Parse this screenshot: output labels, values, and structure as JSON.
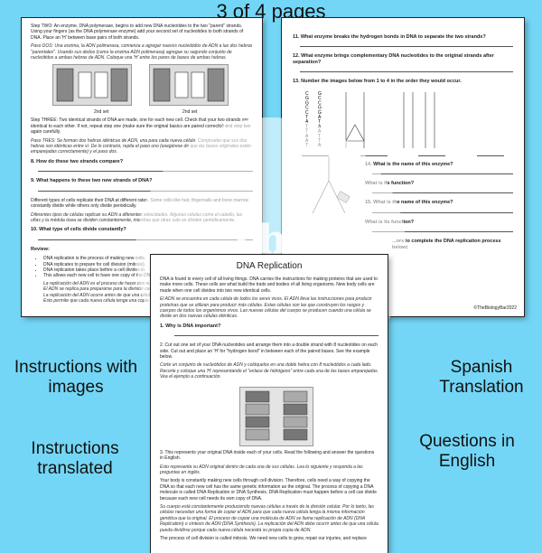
{
  "header": {
    "title": "3 of 4 pages"
  },
  "labels": {
    "instructions_images": "Instructions with images",
    "instructions_translated": "Instructions translated",
    "spanish_translation": "Spanish Translation",
    "questions_english": "Questions in English"
  },
  "left_page": {
    "step_two": "Step TWO: An enzyme, DNA polymerase, begins to add new DNA nucleotides to the two \"parent\" strands. Using your fingers (as the DNA polymerase enzyme) add your second set of nucleotides to both strands of DNA. Place an 'H' between base pairs of both strands.",
    "step_two_es": "Paso DOS: Una enzima, la ADN polimerasa, comienza a agregar nuevos nucleótidos de ADN a las dos hebras \"parentales\". Usando sus dedos (como la enzima ADN polimerasa) agregue su segundo conjunto de nucleótidos a ambas hebras de ADN. Coloque una 'H' entre los pares de bases de ambas hebras.",
    "set_label_1": "2nd set",
    "set_label_2": "2nd set",
    "step_three": "Step THREE: Two identical strands of DNA are made, one for each new cell. Check that your two strands are identical to each other. If not, repeat step one (make sure the original basics are paired correctly) and step two again carefully.",
    "step_three_es": "Paso TRES: Se forman dos hebras idénticas de ADN, una para cada nueva célula. Compruebe que sus dos hebras son idénticas entre sí. De lo contrario, repita el paso uno (asegúrese de que las bases originales estén emparejadas correctamente) y el paso dos.",
    "q8": "8.   How do these two strands compare?",
    "q9": "9.   What happens to these two new strands of DNA?",
    "para_cells": "Different types of cells replicate their DNA at different rates. Some cells like hair, fingernails and bone marrow constantly divide while others only divide periodically.",
    "para_cells_es": "Diferentes tipos de células replican su ADN a diferentes velocidades. Algunas células como el cabello, las uñas y la médula ósea se dividen constantemente, mientras que otras solo se dividen periódicamente.",
    "q10": "10.  What type of cells divide constantly?",
    "review": "Review:",
    "review_items": [
      "DNA replication is the process of making new cells.",
      "DNA replicates to prepare for cell division (mitosis).",
      "DNA replication takes place before a cell divides in",
      "This allows each new cell to have one copy of the DNA."
    ],
    "review_es": [
      "La replicación del ADN es el proceso de hacer dos nuevas hebras",
      "El ADN se replica para prepararse para la división celular (mitosis)",
      "La replicación del ADN ocurre antes de que una célula se divida",
      "Esto permite que cada nueva célula tenga una copia del ADN"
    ]
  },
  "right_page": {
    "q11": "11.  What enzyme breaks the hydrogen bonds in DNA to separate the two strands?",
    "q12": "12.  What enzyme brings complementary DNA nucleotides to the original strands after separation?",
    "q13": "13.  Number the images below from 1 to 4 in the order they would occur.",
    "seq_a": [
      "C",
      "G",
      "G",
      "C",
      "C",
      "T",
      "A",
      "T",
      "T",
      "A",
      "A",
      "T"
    ],
    "seq_b": [
      "G",
      "C",
      "C",
      "G",
      "G",
      "A",
      "T",
      "A",
      "A",
      "T",
      "T",
      "A"
    ],
    "q14": "14.  What is the name of this enzyme?",
    "q14_fn": "What is its function?",
    "q15": "15.  What is the name of this enzyme?",
    "q15_fn": "What is its function?",
    "complete": "...ors to complete the DNA replication process below:",
    "copyright": "©TheBiologyBar2022"
  },
  "front_page": {
    "title": "DNA Replication",
    "intro": "DNA is found in every cell of all living things. DNA carries the instructions for making proteins that are used to make more cells. These cells are what build the traits and bodies of all living organisms. New body cells are made when one cell divides into two new identical cells.",
    "intro_es": "El ADN se encuentra en cada célula de todos los seres vivos. El ADN lleva las instrucciones para producir proteínas que se utilizan para producir más células. Estas células son las que construyen los rasgos y cuerpos de todos los organismos vivos. Las nuevas células del cuerpo se producen cuando una célula se divide en dos nuevas células idénticas.",
    "q1": "1.   Why is DNA important?",
    "step2": "2.   Cut out one set of your DNA nucleotides and arrange them into a double strand with 8 nucleotides on each side. Cut out and place an 'H' for \"hydrogen bond\" in between each of the paired bases. See the example below.",
    "step2_es": "Corte un conjunto de nucleótidos de ADN y colóquelos en una doble hebra con 8 nucleótidos a cada lado. Recorte y coloque una 'H' representando el \"enlace de hidrógeno\" entre cada una de las bases emparejadas. Vea el ejemplo a continuación.",
    "step3": "3.   This represents your original DNA inside each of your cells. Read the following and answer the questions in English.",
    "step3_es": "Esto representa su ADN original dentro de cada una de sus células. Lea lo siguiente y responda a las preguntas en inglés.",
    "body1": "Your body is constantly making new cells through cell division. Therefore, cells need a way of copying the DNA so that each new cell has the same genetic information as the original. The process of copying a DNA molecule is called DNA Replication or DNA Synthesis. DNA Replication must happen before a cell can divide because each new cell needs its own copy of DNA.",
    "body1_es": "Su cuerpo está constantemente produciendo nuevas células a través de la división celular. Por lo tanto, las células necesitan una forma de copiar el ADN para que cada nueva célula tenga la misma información genética que la original. El proceso de copiar una molécula de ADN se llama replicación de ADN (DNA Replication) o síntesis de ADN (DNA Synthesis). La replicación del ADN debe ocurrir antes de que una célula pueda dividirse porque cada nueva célula necesita su propia copia de ADN.",
    "body2": "The process of cell division is called mitosis. We need new cells to grow, repair our injuries, and replace"
  }
}
